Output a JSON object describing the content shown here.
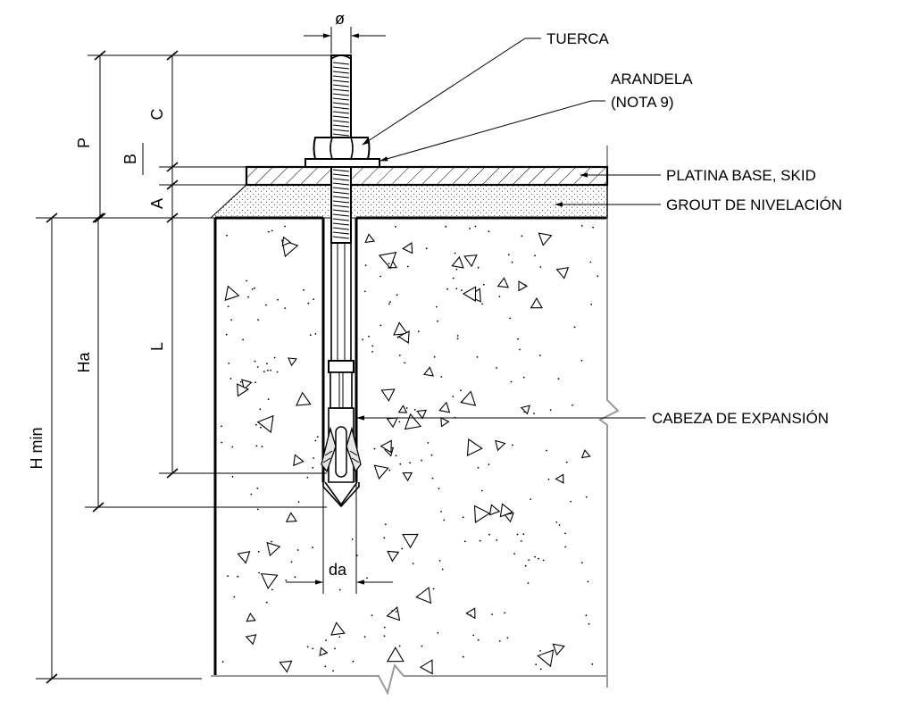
{
  "callouts": {
    "tuerca": "TUERCA",
    "arandela_line1": "ARANDELA",
    "arandela_line2": "(NOTA 9)",
    "platina": "PLATINA BASE, SKID",
    "grout": "GROUT DE NIVELACIÓN",
    "cabeza": "CABEZA DE EXPANSIÓN"
  },
  "dimensions": {
    "phi": "ø",
    "p": "P",
    "c": "C",
    "b": "B",
    "a": "A",
    "ha": "Ha",
    "l": "L",
    "h_min": "H min",
    "da": "da"
  }
}
